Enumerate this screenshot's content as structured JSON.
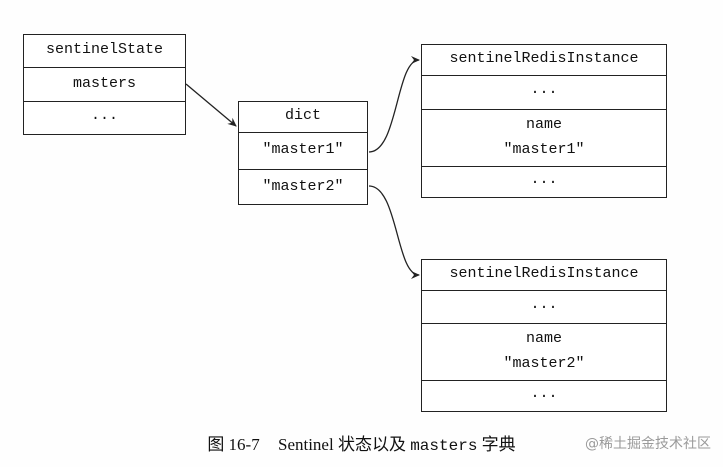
{
  "sentinel_state": {
    "title": "sentinelState",
    "masters": "masters",
    "ellipsis": "..."
  },
  "dict": {
    "title": "dict",
    "entries": [
      "\"master1\"",
      "\"master2\""
    ]
  },
  "instances": [
    {
      "title": "sentinelRedisInstance",
      "ellipsis_top": "...",
      "name_label": "name",
      "name_value": "\"master1\"",
      "ellipsis_bottom": "..."
    },
    {
      "title": "sentinelRedisInstance",
      "ellipsis_top": "...",
      "name_label": "name",
      "name_value": "\"master2\"",
      "ellipsis_bottom": "..."
    }
  ],
  "caption": {
    "figure": "图 16-7",
    "text_before": "Sentinel 状态以及",
    "mono": "masters",
    "text_after": "字典"
  },
  "watermark": "@稀土掘金技术社区"
}
